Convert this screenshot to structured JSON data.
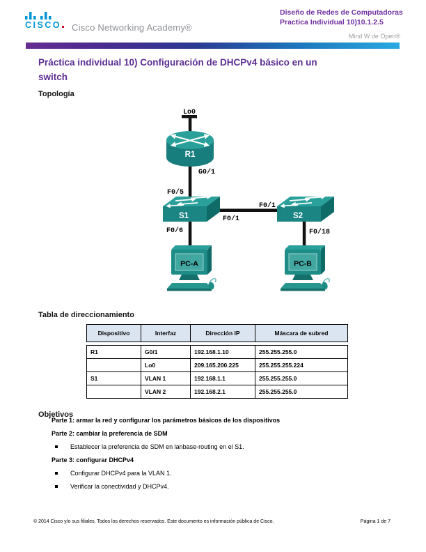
{
  "header": {
    "logo_text": "CISCO",
    "brand": "Cisco Networking Academy®",
    "course_title": "Diseño de Redes de Computadoras",
    "doc_number": "Practica Individual 10)10.1.2.5",
    "tagline": "Mind W de Open®"
  },
  "title": {
    "line1": "Práctica individual 10) Configuración de DHCPv4 básico en un",
    "line2": "switch"
  },
  "sections": {
    "topology": "Topología",
    "addressing": "Tabla de direccionamiento",
    "objectives": "Objetivos"
  },
  "topology": {
    "router": {
      "name": "R1",
      "loopback": "Lo0",
      "gig_port": "G0/1"
    },
    "s1": {
      "name": "S1",
      "uplink_port": "F0/5",
      "pc_port": "F0/6",
      "trunk_port": "F0/1"
    },
    "s2": {
      "name": "S2",
      "trunk_port": "F0/1",
      "pc_port": "F0/18"
    },
    "pc_a": {
      "name": "PC-A"
    },
    "pc_b": {
      "name": "PC-B"
    }
  },
  "addressing_table": {
    "headers": [
      "Dispositivo",
      "Interfaz",
      "Dirección IP",
      "Máscara de subred"
    ],
    "rows": [
      {
        "device": "R1",
        "interface": "G0/1",
        "ip": "192.168.1.10",
        "mask": "255.255.255.0"
      },
      {
        "device": "",
        "interface": "Lo0",
        "ip": "209.165.200.225",
        "mask": "255.255.255.224"
      },
      {
        "device": "S1",
        "interface": "VLAN 1",
        "ip": "192.168.1.1",
        "mask": "255.255.255.0"
      },
      {
        "device": "",
        "interface": "VLAN 2",
        "ip": "192.168.2.1",
        "mask": "255.255.255.0"
      }
    ]
  },
  "objectives": [
    {
      "type": "part",
      "text": "Parte 1: armar la red y configurar los parámetros básicos de los dispositivos"
    },
    {
      "type": "part",
      "text": "Parte 2: cambiar la preferencia de SDM"
    },
    {
      "type": "bullet",
      "text": "Establecer la preferencia de SDM en lanbase-routing en el S1."
    },
    {
      "type": "part",
      "text": "Parte 3: configurar DHCPv4"
    },
    {
      "type": "bullet",
      "text": "Configurar DHCPv4 para la VLAN 1."
    },
    {
      "type": "bullet",
      "text": "Verificar la conectividad y DHCPv4."
    }
  ],
  "footer": {
    "copyright": "© 2014 Cisco y/o sus filiales. Todos los derechos reservados. Este documento es información pública de Cisco.",
    "page_label": "Página 1 de 7"
  },
  "colors": {
    "accent_purple": "#5C2D91",
    "header_purple": "#7030A0",
    "cisco_blue": "#0096D6",
    "device_teal": "#1E8C87",
    "table_header_bg": "#DBE5F1",
    "gradient": [
      "#662D91",
      "#2B3990",
      "#27AAE1"
    ]
  }
}
